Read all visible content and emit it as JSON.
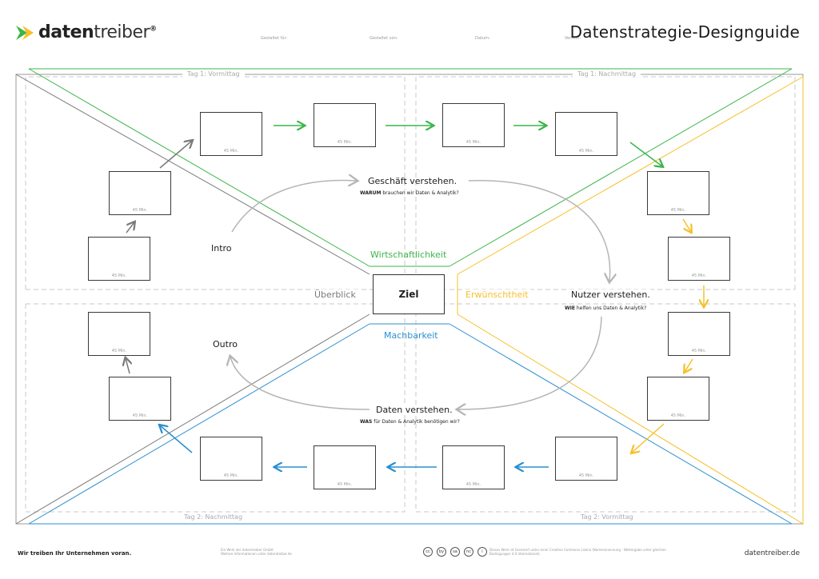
{
  "header": {
    "brand_prefix": "daten",
    "brand_suffix": "treiber",
    "brand_registered": "®",
    "title": "Datenstrategie-Designguide",
    "meta_fields": [
      "Gestaltet für:",
      "Gestaltet von:",
      "Datum:",
      "Version:"
    ]
  },
  "tags": {
    "day1_morning": "Tag 1: Vormittag",
    "day1_afternoon": "Tag 1: Nachmittag",
    "day2_afternoon": "Tag 2: Nachmittag",
    "day2_morning": "Tag 2: Vormittag"
  },
  "session_duration": "45 Min.",
  "center": {
    "goal": "Ziel",
    "overview": "Überblick",
    "economy": "Wirtschaftlichkeit",
    "desirability": "Erwünschtheit",
    "feasibility": "Machbarkeit"
  },
  "phases": {
    "intro": "Intro",
    "outro": "Outro",
    "business": {
      "title": "Geschäft verstehen.",
      "keyword": "WARUM",
      "question": " brauchen wir Daten & Analytik?"
    },
    "users": {
      "title": "Nutzer verstehen.",
      "keyword": "WIE",
      "question": " helfen uns Daten & Analytik?"
    },
    "data": {
      "title": "Daten verstehen.",
      "keyword": "WAS",
      "question": " für Daten & Analytik benötigen wir?"
    }
  },
  "colors": {
    "green": "#3cb54a",
    "yellow": "#f5c12a",
    "blue": "#2a8fcf",
    "gray": "#7a7a7a",
    "dash": "#c9c9c9"
  },
  "footer": {
    "slogan": "Wir treiben Ihr Unternehmen voran.",
    "publisher": "Ein Werk der datentreiber GmbH",
    "publisher_note": "Weitere Informationen unter datentreiber.de",
    "license_note": "Dieses Werk ist lizenziert unter einer Creative Commons Lizenz (Namensnennung - Weitergabe unter gleichen Bedingungen 4.0 International).",
    "license_icons": [
      "cc",
      "by",
      "sa",
      "nc",
      "i"
    ],
    "website": "datentreiber.de"
  }
}
